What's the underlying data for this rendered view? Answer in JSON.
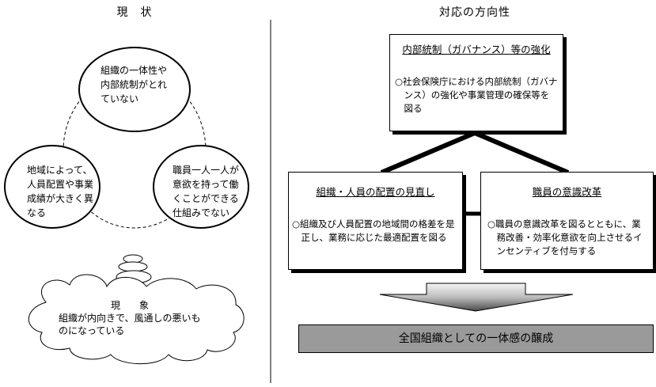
{
  "left": {
    "heading": "現　状",
    "ellipses": [
      {
        "lines": [
          "組織の一体性や",
          "内部統制がとれ",
          "ていない"
        ]
      },
      {
        "lines": [
          "地域によって、",
          "人員配置や事業",
          "成績が大きく異",
          "なる"
        ]
      },
      {
        "lines": [
          "職員一人一人が",
          "意欲を持って働",
          "くことができる",
          "仕組みでない"
        ]
      }
    ],
    "cloud": {
      "title": "現　　象",
      "lines": [
        "組織が内向きで、風通しの悪いも",
        "のになっている"
      ]
    }
  },
  "right": {
    "heading": "対応の方向性",
    "top_box": {
      "title": "内部統制（ガバナンス）等の強化",
      "body": "○社会保険庁における内部統制（ガバナンス）の強化や事業管理の確保等を図る"
    },
    "left_box": {
      "title": "組織・人員の配置の見直し",
      "body": "○組織及び人員配置の地域間の格差を是正し、業務に応じた最適配置を図る"
    },
    "right_box": {
      "title": "職員の意識改革",
      "body": "○職員の意識改革を図るとともに、業務改善・効率化意欲を向上させるインセンティブを付与する"
    },
    "result": "全国組織としての一体感の醸成"
  },
  "colors": {
    "result_fill": "#9a9a9a",
    "arrow_top": "#f2f2f2",
    "arrow_bottom": "#555555"
  }
}
